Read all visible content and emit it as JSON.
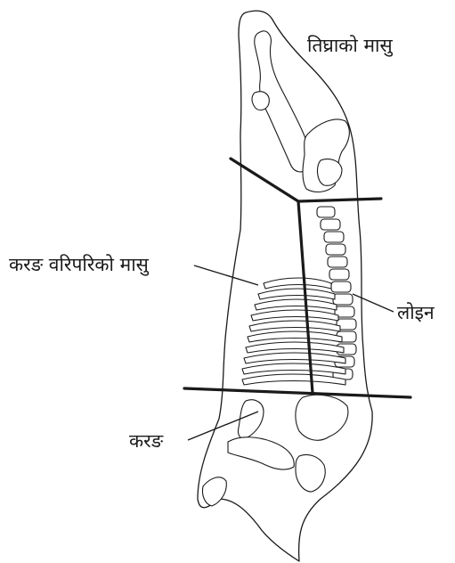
{
  "labels": {
    "leg": "तिघ्राको मासु",
    "ribs_area": "करङ वरिपरिको मासु",
    "loin": "लोइन",
    "ribs": "करङ"
  }
}
